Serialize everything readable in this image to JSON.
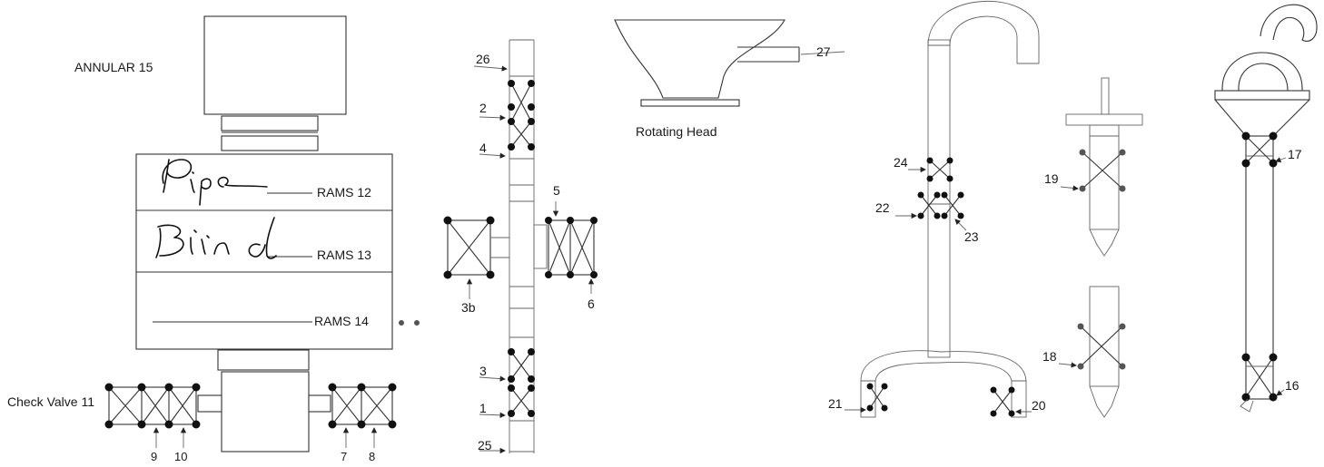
{
  "labels": {
    "annular": "ANNULAR 15",
    "rams_12": "RAMS 12",
    "rams_13": "RAMS 13",
    "rams_14": "RAMS 14",
    "check_valve": "Check Valve 11",
    "rotating_head": "Rotating Head",
    "handwritten_pipe": "Pipe",
    "handwritten_blind": "Blind"
  },
  "ref_numbers": {
    "n1": "1",
    "n2": "2",
    "n3": "3",
    "n4": "4",
    "n5": "5",
    "n6": "6",
    "n7": "7",
    "n8": "8",
    "n9": "9",
    "n10": "10",
    "n16": "16",
    "n17": "17",
    "n18": "18",
    "n19": "19",
    "n20": "20",
    "n21": "21",
    "n22": "22",
    "n23": "23",
    "n24": "24",
    "n25": "25",
    "n26": "26",
    "n27": "27",
    "n3b": "3b"
  },
  "colors": {
    "line": "#333333",
    "dot": "#111111",
    "background": "#ffffff"
  }
}
